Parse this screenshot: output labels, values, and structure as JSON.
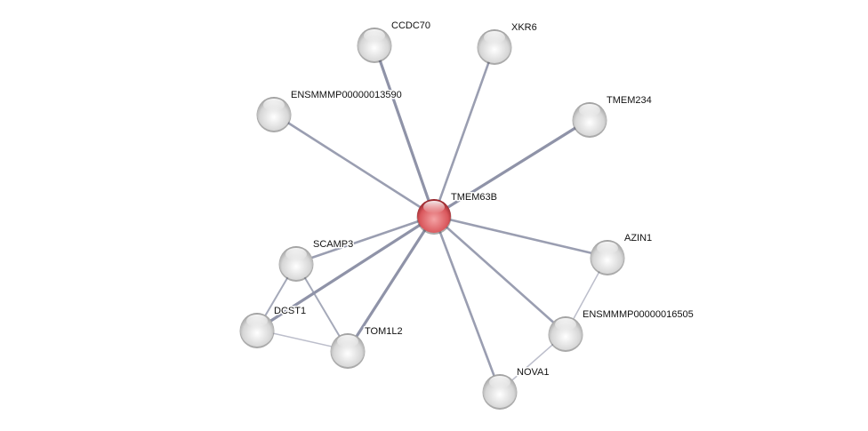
{
  "network": {
    "center": "TMEM63B",
    "nodes": [
      {
        "id": "TMEM63B",
        "label": "TMEM63B",
        "query": true
      },
      {
        "id": "CCDC70",
        "label": "CCDC70"
      },
      {
        "id": "XKR6",
        "label": "XKR6"
      },
      {
        "id": "ENSMMMP00000013590",
        "label": "ENSMMMP00000013590"
      },
      {
        "id": "TMEM234",
        "label": "TMEM234"
      },
      {
        "id": "SCAMP3",
        "label": "SCAMP3"
      },
      {
        "id": "AZIN1",
        "label": "AZIN1"
      },
      {
        "id": "DCST1",
        "label": "DCST1"
      },
      {
        "id": "TOM1L2",
        "label": "TOM1L2"
      },
      {
        "id": "ENSMMMP00000016505",
        "label": "ENSMMMP00000016505"
      },
      {
        "id": "NOVA1",
        "label": "NOVA1"
      }
    ],
    "edges": [
      {
        "a": "TMEM63B",
        "b": "CCDC70",
        "strength": "strong"
      },
      {
        "a": "TMEM63B",
        "b": "XKR6",
        "strength": "medium"
      },
      {
        "a": "TMEM63B",
        "b": "ENSMMMP00000013590",
        "strength": "medium"
      },
      {
        "a": "TMEM63B",
        "b": "TMEM234",
        "strength": "strong"
      },
      {
        "a": "TMEM63B",
        "b": "SCAMP3",
        "strength": "medium"
      },
      {
        "a": "TMEM63B",
        "b": "AZIN1",
        "strength": "medium"
      },
      {
        "a": "TMEM63B",
        "b": "DCST1",
        "strength": "strong"
      },
      {
        "a": "TMEM63B",
        "b": "TOM1L2",
        "strength": "strong"
      },
      {
        "a": "TMEM63B",
        "b": "ENSMMMP00000016505",
        "strength": "medium"
      },
      {
        "a": "TMEM63B",
        "b": "NOVA1",
        "strength": "medium"
      },
      {
        "a": "SCAMP3",
        "b": "DCST1",
        "strength": "weak"
      },
      {
        "a": "SCAMP3",
        "b": "TOM1L2",
        "strength": "weak"
      },
      {
        "a": "DCST1",
        "b": "TOM1L2",
        "strength": "faint"
      },
      {
        "a": "AZIN1",
        "b": "ENSMMMP00000016505",
        "strength": "faint"
      },
      {
        "a": "ENSMMMP00000016505",
        "b": "NOVA1",
        "strength": "faint"
      }
    ],
    "colors": {
      "query_node": "#d9575c",
      "partner_node": "#d8d8d8",
      "edge": "#8f93a8"
    }
  }
}
